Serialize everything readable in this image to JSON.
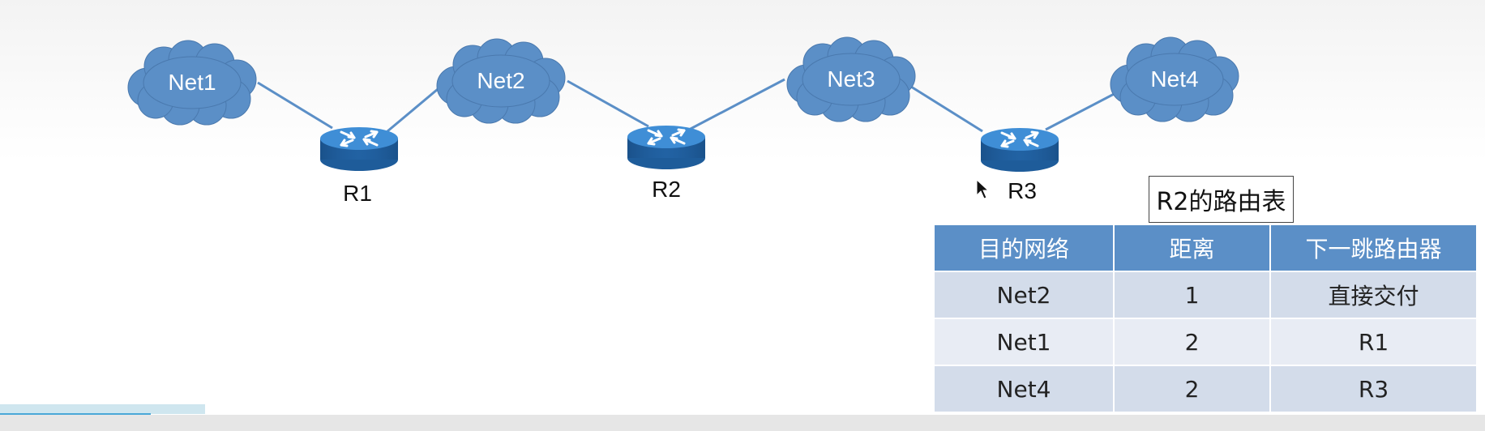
{
  "diagram": {
    "networks": [
      {
        "id": "net1",
        "label": "Net1"
      },
      {
        "id": "net2",
        "label": "Net2"
      },
      {
        "id": "net3",
        "label": "Net3"
      },
      {
        "id": "net4",
        "label": "Net4"
      }
    ],
    "routers": [
      {
        "id": "r1",
        "label": "R1"
      },
      {
        "id": "r2",
        "label": "R2"
      },
      {
        "id": "r3",
        "label": "R3"
      }
    ],
    "links": [
      [
        "net1",
        "r1"
      ],
      [
        "r1",
        "net2"
      ],
      [
        "net2",
        "r2"
      ],
      [
        "r2",
        "net3"
      ],
      [
        "net3",
        "r3"
      ],
      [
        "r3",
        "net4"
      ]
    ],
    "colors": {
      "cloud": "#5b8fc7",
      "cloud_edge": "#4a79ae",
      "link": "#5b8fc7",
      "router_top": "#3f8ed6",
      "router_side": "#1e5c9a"
    }
  },
  "routing_table": {
    "title": "R2的路由表",
    "headers": [
      "目的网络",
      "距离",
      "下一跳路由器"
    ],
    "rows": [
      {
        "dest": "Net2",
        "distance": "1",
        "next_hop": "直接交付"
      },
      {
        "dest": "Net1",
        "distance": "2",
        "next_hop": "R1"
      },
      {
        "dest": "Net4",
        "distance": "2",
        "next_hop": "R3"
      }
    ],
    "colors": {
      "header": "#5b8fc7",
      "row_odd": "#d3dcea",
      "row_even": "#e8ecf4"
    }
  }
}
